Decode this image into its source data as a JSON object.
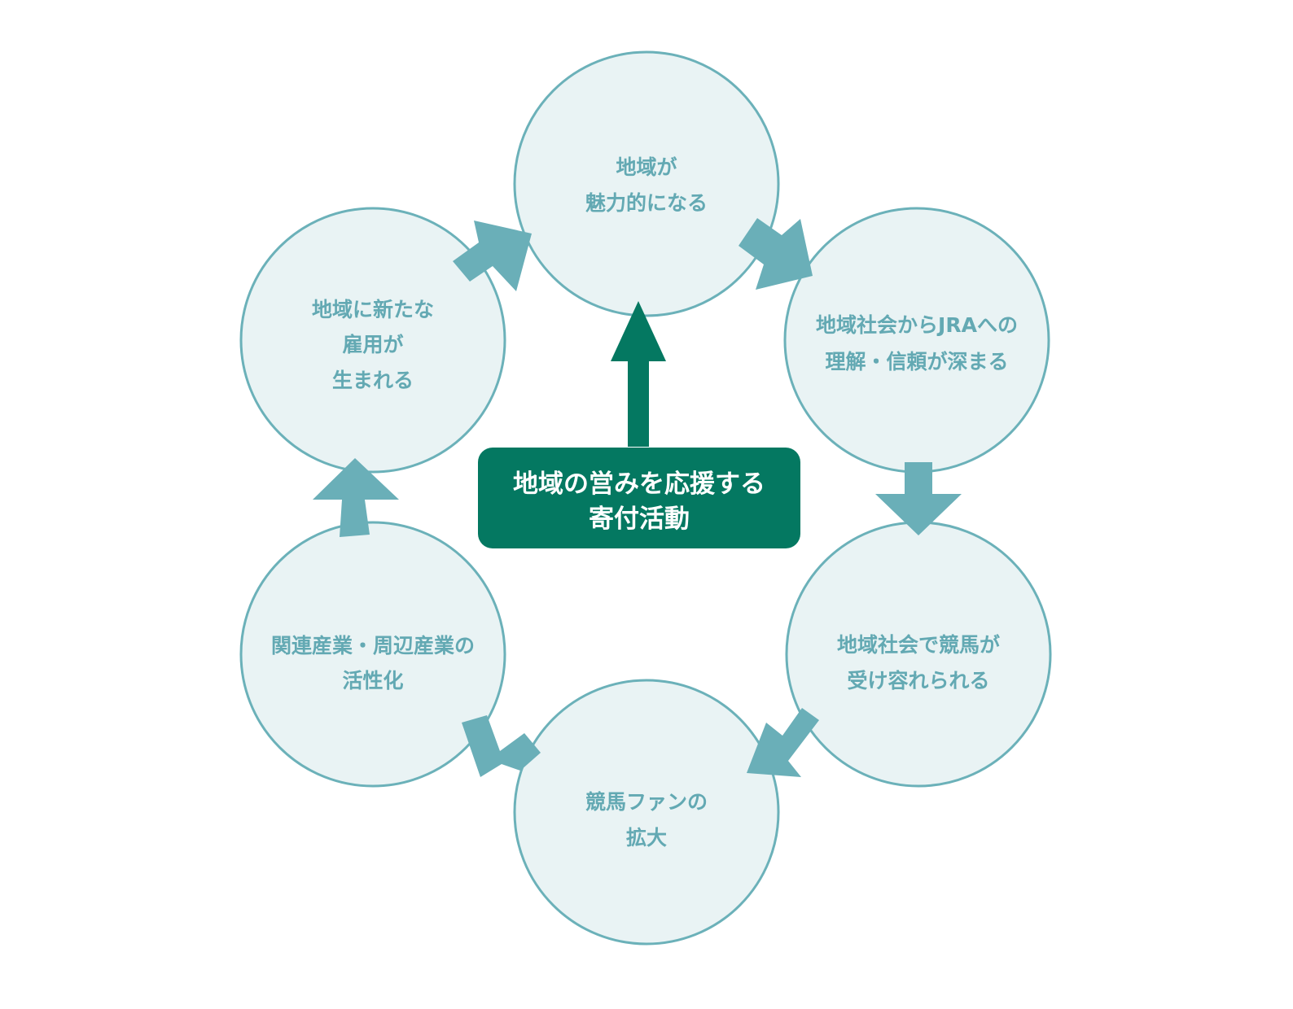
{
  "center": {
    "line1": "地域の営みを応援する",
    "line2": "寄付活動"
  },
  "nodes": [
    {
      "id": "top",
      "lines": [
        "地域が",
        "魅力的になる"
      ]
    },
    {
      "id": "upper-right",
      "lines": [
        "地域社会からJRAへの",
        "理解・信頼が深まる"
      ]
    },
    {
      "id": "lower-right",
      "lines": [
        "地域社会で競馬が",
        "受け容れられる"
      ]
    },
    {
      "id": "bottom",
      "lines": [
        "競馬ファンの",
        "拡大"
      ]
    },
    {
      "id": "lower-left",
      "lines": [
        "関連産業・周辺産業の",
        "活性化"
      ]
    },
    {
      "id": "upper-left",
      "lines": [
        "地域に新たな",
        "雇用が",
        "生まれる"
      ]
    }
  ],
  "colors": {
    "circle_fill": "#e9f3f4",
    "circle_stroke": "#6bb1b9",
    "node_text": "#63a9b3",
    "cycle_arrow": "#6aafb8",
    "center_green": "#047861",
    "center_text": "#ffffff"
  }
}
